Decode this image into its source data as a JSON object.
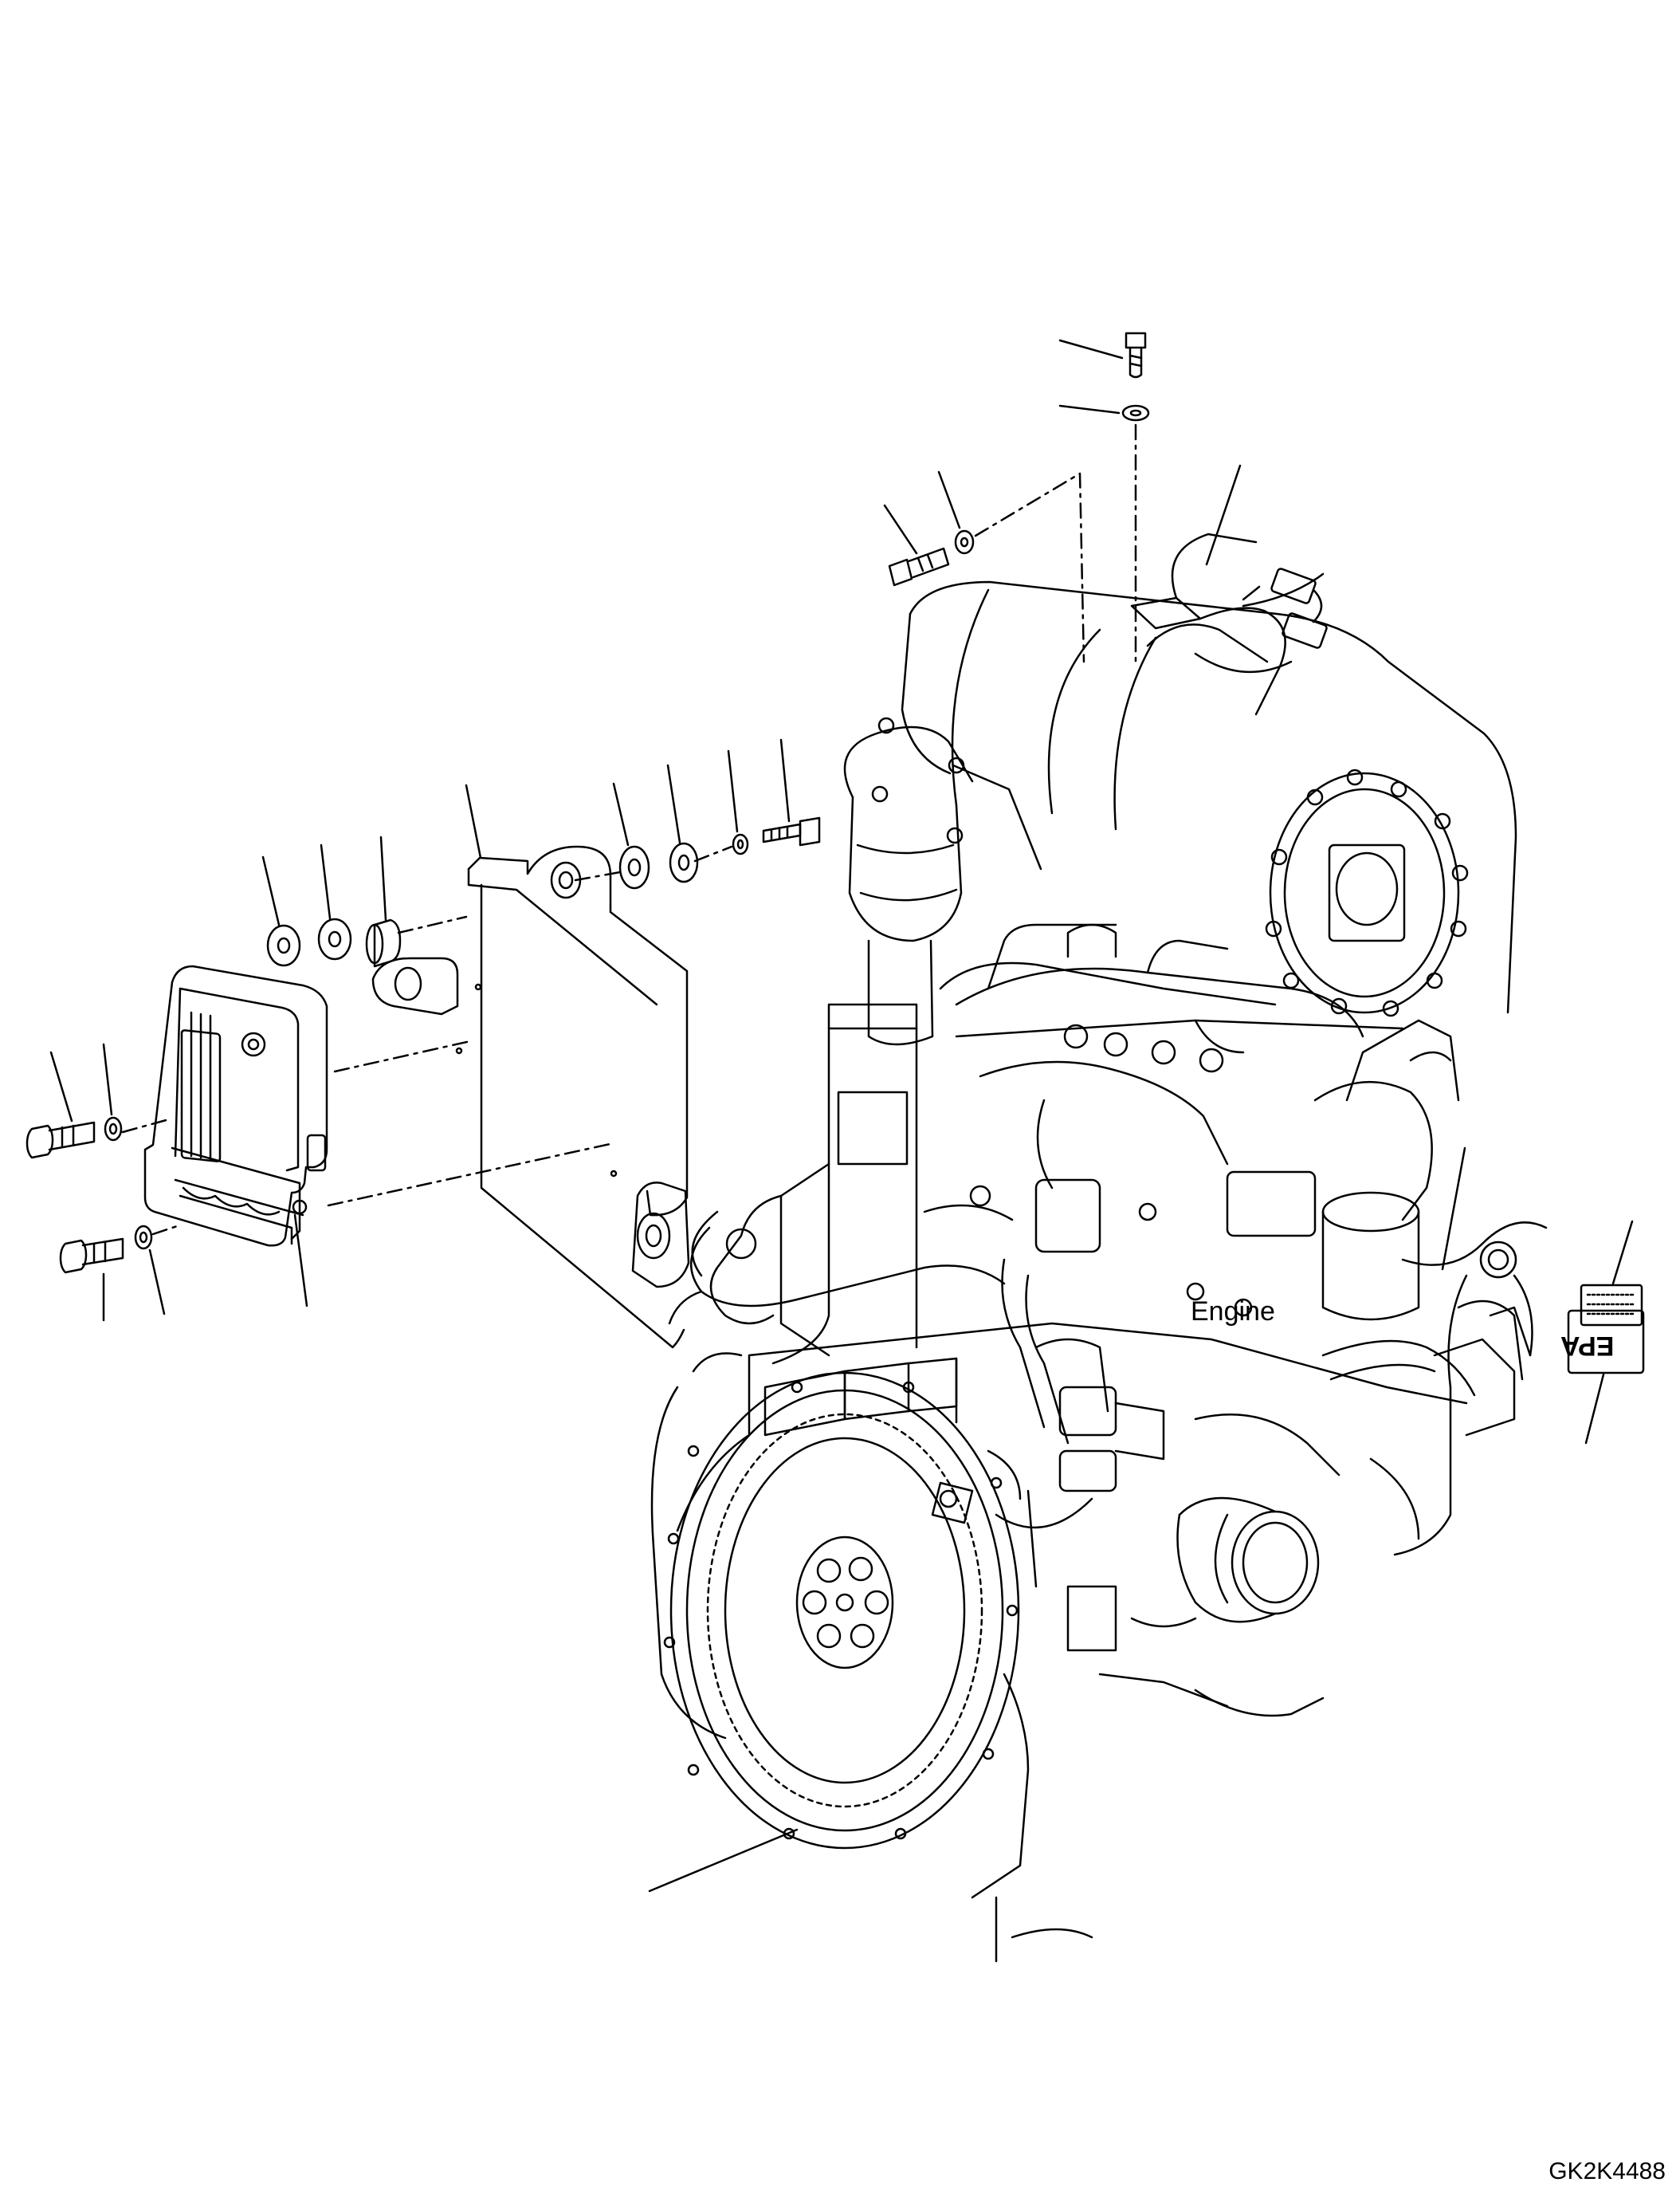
{
  "labels": {
    "engine": "Engine",
    "drawing_number": "GK2K4488",
    "decal": "EPA"
  },
  "colors": {
    "line": "#000000",
    "background": "#ffffff"
  }
}
